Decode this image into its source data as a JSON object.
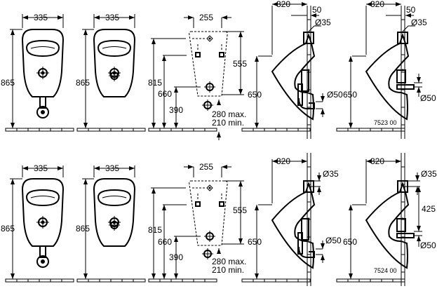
{
  "labels": {
    "width_335": "335",
    "height_865": "865",
    "width_255": "255",
    "height_815": "815",
    "height_660": "660",
    "height_390": "390",
    "height_555": "555",
    "max_280": "280 max.",
    "min_210": "210 min.",
    "depth_320": "320",
    "wall_50": "50",
    "dia_35": "Ø35",
    "dia_50": "Ø50",
    "height_650": "650",
    "spacing_425": "425"
  },
  "model_numbers": [
    "7523 00",
    "7524 00"
  ]
}
